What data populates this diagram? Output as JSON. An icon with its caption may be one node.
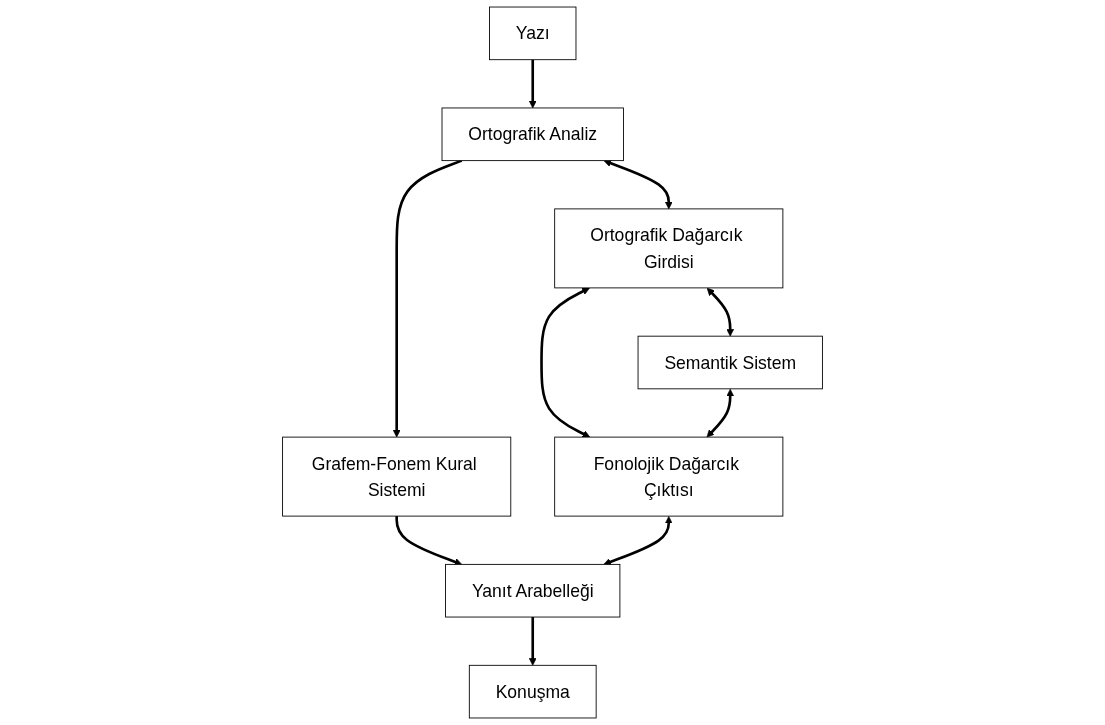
{
  "diagram": {
    "nodes": [
      {
        "text": [
          "Yazı"
        ]
      },
      {
        "text": [
          "Ortografik Analiz"
        ]
      },
      {
        "text": [
          "Ortografik Dağarcık Girdisi"
        ]
      },
      {
        "text": [
          "Semantik Sistem"
        ]
      },
      {
        "text": [
          "Grafem-Fonem Kural Sistemi"
        ]
      },
      {
        "text": [
          "Fonolojik Dağarcık Çıktısı"
        ]
      },
      {
        "text": [
          "Yanıt Arabelleği"
        ]
      },
      {
        "text": [
          "Konuşma"
        ]
      }
    ],
    "edges": [
      {
        "from": 0,
        "to": 1,
        "arrow": "to"
      },
      {
        "from": 1,
        "to": 2,
        "arrow": "both"
      },
      {
        "from": 1,
        "to": 4,
        "arrow": "to"
      },
      {
        "from": 2,
        "to": 3,
        "arrow": "both"
      },
      {
        "from": 2,
        "to": 5,
        "arrow": "both"
      },
      {
        "from": 3,
        "to": 5,
        "arrow": "both"
      },
      {
        "from": 4,
        "to": 6,
        "arrow": "to"
      },
      {
        "from": 5,
        "to": 6,
        "arrow": "both"
      },
      {
        "from": 6,
        "to": 7,
        "arrow": "to"
      }
    ]
  }
}
